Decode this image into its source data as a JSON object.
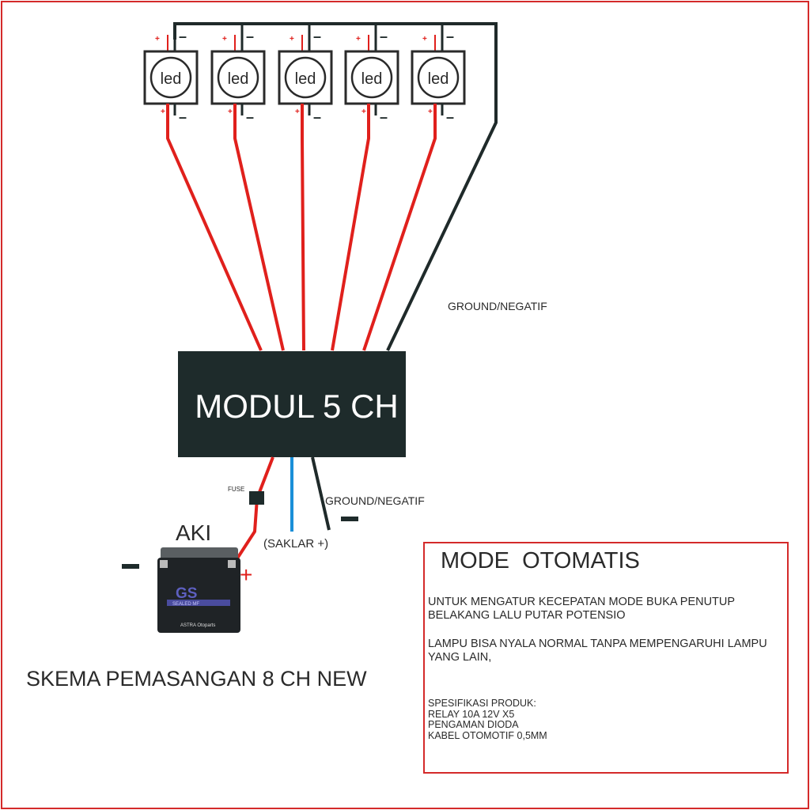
{
  "title": "SKEMA PEMASANGAN 8 CH NEW",
  "module_label": "MODUL 5 CH",
  "leds": [
    {
      "label": "led"
    },
    {
      "label": "led"
    },
    {
      "label": "led"
    },
    {
      "label": "led"
    },
    {
      "label": "led"
    }
  ],
  "plus_sign": "+",
  "minus_sign": "-",
  "ground_top_label": "GROUND/NEGATIF",
  "ground_bottom_label": "GROUND/NEGATIF",
  "fuse_label": "FUSE",
  "switch_label": "(SAKLAR +)",
  "battery_label": "AKI",
  "battery": {
    "brand": "GS",
    "type": "SEALED MF",
    "maker": "ASTRA Otoparts"
  },
  "info": {
    "mode_title": "MODE  OTOMATIS",
    "para1": "UNTUK MENGATUR KECEPATAN  MODE BUKA PENUTUP BELAKANG LALU PUTAR POTENSIO",
    "para2": "LAMPU BISA NYALA NORMAL TANPA MEMPENGARUHI LAMPU YANG LAIN,",
    "spec_title": "SPESIFIKASI PRODUK:",
    "spec_items": [
      "RELAY 10A 12V X5",
      "PENGAMAN DIODA",
      "KABEL OTOMOTIF 0,5MM"
    ]
  },
  "colors": {
    "red_wire": "#e0201c",
    "black_wire": "#1f2a2a",
    "blue_wire": "#1a8fd8",
    "module": "#1e2b2b",
    "border": "#d42a2a"
  }
}
